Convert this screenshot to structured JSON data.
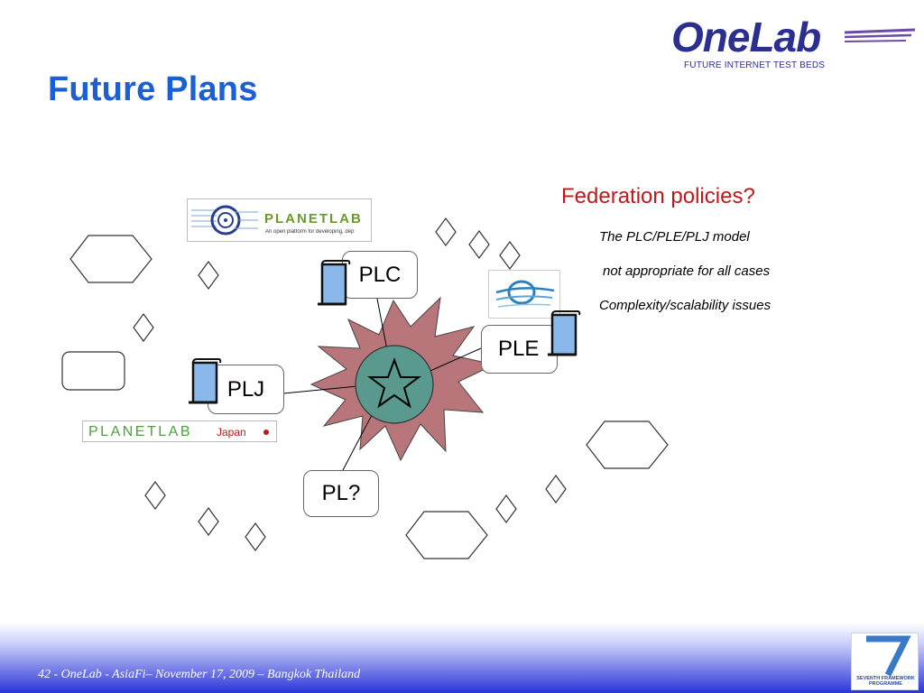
{
  "slide": {
    "title": "Future Plans",
    "footer": "42 - OneLab -  AsiaFi– November 17, 2009 – Bangkok Thailand"
  },
  "logo": {
    "name": "OneLab",
    "subtitle": "FUTURE INTERNET TEST BEDS"
  },
  "diagram": {
    "nodes": {
      "plc": "PLC",
      "ple": "PLE",
      "plj": "PLJ",
      "plq": "PL?"
    },
    "planetlab_logo": {
      "text": "PLANETLAB",
      "tagline": "An open platform for developing, dep"
    },
    "planetlab_japan_logo": {
      "text": "PLANETLAB",
      "subtitle": "Japan"
    }
  },
  "federation": {
    "title": "Federation policies?",
    "lines": [
      "The PLC/PLE/PLJ  model",
      "not appropriate for all cases",
      "Complexity/scalability issues"
    ]
  },
  "fp7_badge": {
    "text": "SEVENTH FRAMEWORK PROGRAMME"
  },
  "colors": {
    "title": "#1a5fd6",
    "federation_title": "#c0181b",
    "burst": "#b8767a",
    "center_circle": "#5a9a8e",
    "scroll_icon": "#8ab8ea"
  }
}
